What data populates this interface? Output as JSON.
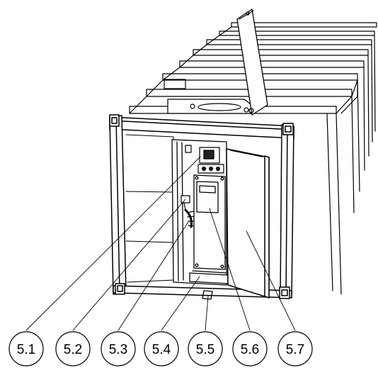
{
  "callouts": [
    {
      "label": "5.1",
      "target": "junction-box-5-1"
    },
    {
      "label": "5.2",
      "target": "fitting-5-2"
    },
    {
      "label": "5.3",
      "target": "hose-5-3"
    },
    {
      "label": "5.4",
      "target": "drain-plate-5-4"
    },
    {
      "label": "5.5",
      "target": "floor-outlet-5-5"
    },
    {
      "label": "5.6",
      "target": "control-panel-5-6"
    },
    {
      "label": "5.7",
      "target": "door-5-7"
    }
  ]
}
